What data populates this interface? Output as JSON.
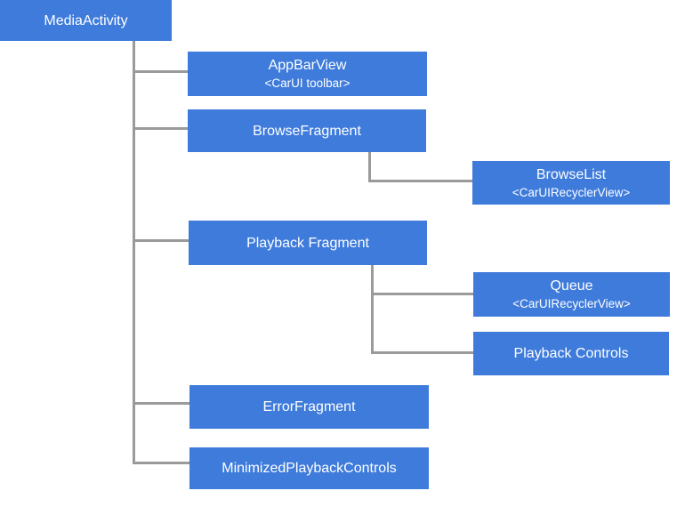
{
  "diagram": {
    "type": "tree",
    "colors": {
      "background": "#ffffff",
      "node_fill": "#3e7bdb",
      "node_text": "#ffffff",
      "connector": "#9a9a9a"
    },
    "nodes": [
      {
        "id": "media-activity",
        "label": "MediaActivity"
      },
      {
        "id": "app-bar-view",
        "label": "AppBarView",
        "sublabel": "<CarUI toolbar>"
      },
      {
        "id": "browse-fragment",
        "label": "BrowseFragment"
      },
      {
        "id": "browse-list",
        "label": "BrowseList",
        "sublabel": "<CarUIRecyclerView>"
      },
      {
        "id": "playback-fragment",
        "label": "Playback Fragment"
      },
      {
        "id": "queue",
        "label": "Queue",
        "sublabel": "<CarUIRecyclerView>"
      },
      {
        "id": "playback-controls",
        "label": "Playback Controls"
      },
      {
        "id": "error-fragment",
        "label": "ErrorFragment"
      },
      {
        "id": "minimized-playback-controls",
        "label": "MinimizedPlaybackControls"
      }
    ],
    "edges": [
      {
        "from": "MediaActivity",
        "to": "AppBarView"
      },
      {
        "from": "MediaActivity",
        "to": "BrowseFragment"
      },
      {
        "from": "MediaActivity",
        "to": "Playback Fragment"
      },
      {
        "from": "MediaActivity",
        "to": "ErrorFragment"
      },
      {
        "from": "MediaActivity",
        "to": "MinimizedPlaybackControls"
      },
      {
        "from": "BrowseFragment",
        "to": "BrowseList"
      },
      {
        "from": "Playback Fragment",
        "to": "Queue"
      },
      {
        "from": "Playback Fragment",
        "to": "Playback Controls"
      }
    ]
  }
}
